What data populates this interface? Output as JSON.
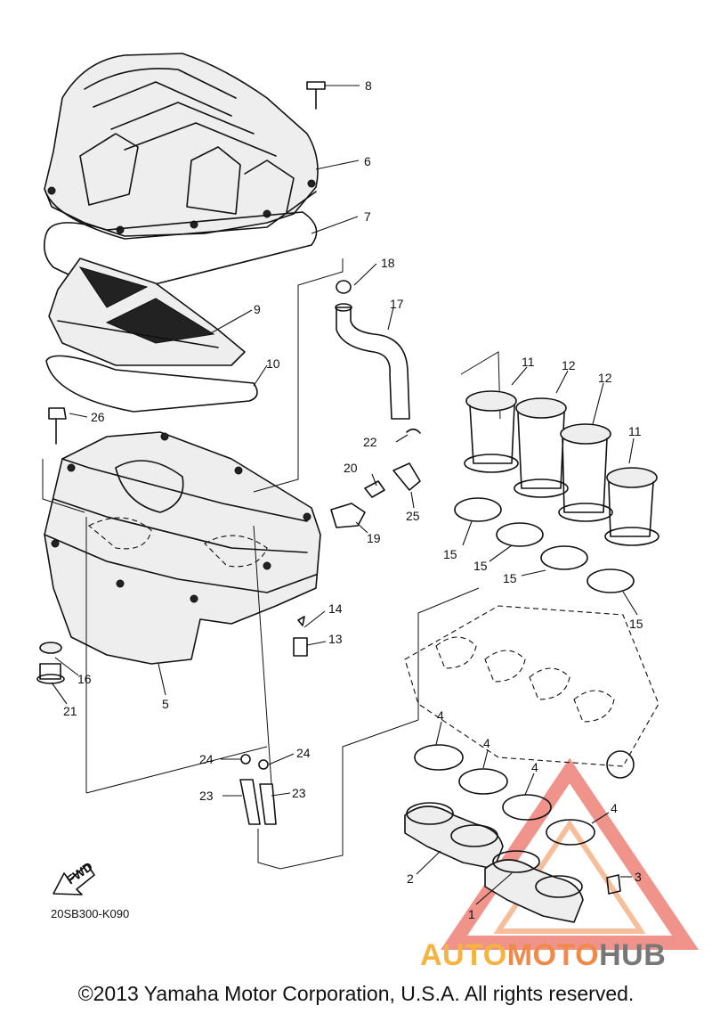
{
  "diagram": {
    "callouts": [
      "1",
      "2",
      "3",
      "4",
      "5",
      "6",
      "7",
      "8",
      "9",
      "10",
      "11",
      "12",
      "13",
      "14",
      "15",
      "16",
      "17",
      "18",
      "19",
      "20",
      "21",
      "22",
      "23",
      "24",
      "25",
      "26"
    ],
    "fwd_label": "FWD",
    "diagram_code": "20SB300-K090"
  },
  "watermark": {
    "part1": "AUTO",
    "part2": "MOTO",
    "part3": "HUB"
  },
  "footer": {
    "copyright": "©2013 Yamaha Motor Corporation, U.S.A. All rights reserved."
  },
  "colors": {
    "ink": "#111111",
    "watermark_red": "#e23b2e",
    "watermark_orange": "#f08a4b",
    "watermark_yellow": "#f5b342",
    "watermark_gray": "#777777"
  }
}
